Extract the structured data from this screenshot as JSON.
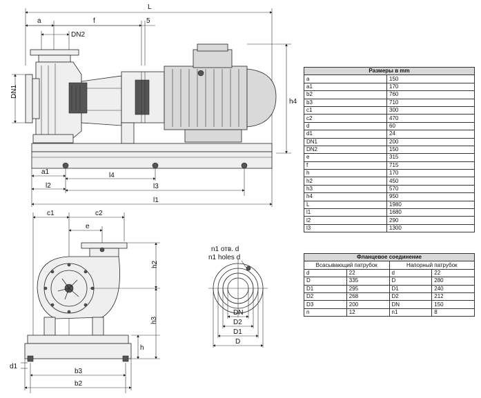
{
  "side_view": {
    "labels": {
      "L": "L",
      "a": "a",
      "f": "f",
      "five": "5",
      "DN2": "DN2",
      "DN1": "DN1",
      "h4": "h4",
      "a1": "a1",
      "l2": "l2",
      "l4": "l4",
      "l3": "l3",
      "l1": "l1"
    }
  },
  "front_view": {
    "labels": {
      "c1": "c1",
      "c2": "c2",
      "e": "e",
      "h2": "h2",
      "h3": "h3",
      "h": "h",
      "d1": "d1",
      "b3": "b3",
      "b2": "b2"
    }
  },
  "flange_view": {
    "labels": {
      "holes_ru": "n1 отв. d",
      "holes_en": "n1 holes d",
      "DN": "DN",
      "D2": "D2",
      "D1": "D1",
      "D": "D"
    }
  },
  "dimensions_table": {
    "title": "Размеры в mm",
    "rows": [
      {
        "key": "a",
        "value": "150"
      },
      {
        "key": "a1",
        "value": "170"
      },
      {
        "key": "b2",
        "value": "760"
      },
      {
        "key": "b3",
        "value": "710"
      },
      {
        "key": "c1",
        "value": "300"
      },
      {
        "key": "c2",
        "value": "470"
      },
      {
        "key": "d",
        "value": "60"
      },
      {
        "key": "d1",
        "value": "24"
      },
      {
        "key": "DN1",
        "value": "200"
      },
      {
        "key": "DN2",
        "value": "150"
      },
      {
        "key": "e",
        "value": "315"
      },
      {
        "key": "f",
        "value": "715"
      },
      {
        "key": "h",
        "value": "170"
      },
      {
        "key": "h2",
        "value": "450"
      },
      {
        "key": "h3",
        "value": "570"
      },
      {
        "key": "h4",
        "value": "950"
      },
      {
        "key": "L",
        "value": "1980"
      },
      {
        "key": "l1",
        "value": "1680"
      },
      {
        "key": "l2",
        "value": "290"
      },
      {
        "key": "l3",
        "value": "1300"
      }
    ]
  },
  "flange_table": {
    "title": "Фланцевое соединение",
    "suction_header": "Всасывающий патрубок",
    "discharge_header": "Напорный патрубок",
    "rows": [
      {
        "k1": "d",
        "v1": "22",
        "k2": "d",
        "v2": "22"
      },
      {
        "k1": "D",
        "v1": "335",
        "k2": "D",
        "v2": "280"
      },
      {
        "k1": "D1",
        "v1": "295",
        "k2": "D1",
        "v2": "240"
      },
      {
        "k1": "D2",
        "v1": "268",
        "k2": "D2",
        "v2": "212"
      },
      {
        "k1": "D3",
        "v1": "200",
        "k2": "DN",
        "v2": "150"
      },
      {
        "k1": "n",
        "v1": "12",
        "k2": "n1",
        "v2": "8"
      }
    ]
  }
}
